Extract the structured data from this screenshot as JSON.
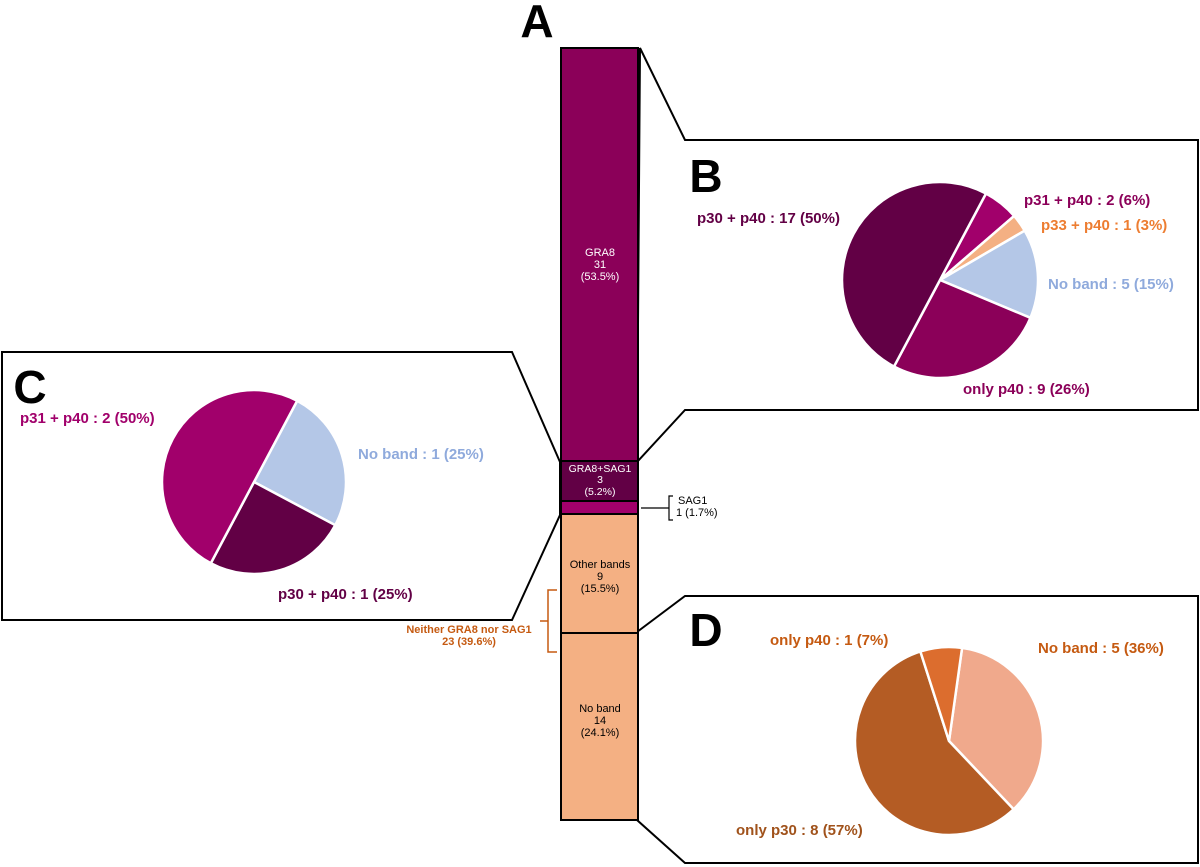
{
  "colors": {
    "gra8": "#8b0059",
    "gra8sag1": "#620045",
    "sag1": "#a1006b",
    "neither": "#f4b083",
    "p30p40": "#620045",
    "p31p40": "#a1006b",
    "p33p40": "#f4b083",
    "noband_b": "#b4c7e7",
    "onlyp40_b": "#8b0059",
    "noband_c": "#b4c7e7",
    "d_onlyp40": "#dc6d2e",
    "d_noband": "#f0a98c",
    "d_onlyp30": "#b45c24",
    "label_orange": "#c55a11",
    "label_d": "#a0521b"
  },
  "chart_data": [
    {
      "id": "A",
      "panel_letter": "A",
      "type": "bar",
      "stacked": true,
      "segments": [
        {
          "name": "GRA8",
          "value": 31,
          "pct": "(53.5%)"
        },
        {
          "name": "GRA8+SAG1",
          "value": 3,
          "pct": "(5.2%)"
        },
        {
          "name": "SAG1",
          "value": 1,
          "pct": "1 (1.7%)"
        },
        {
          "name": "Other bands",
          "value": 9,
          "pct": "(15.5%)"
        },
        {
          "name": "No band",
          "value": 14,
          "pct": "(24.1%)"
        }
      ],
      "bracket_label_1": "Neither GRA8 nor SAG1",
      "bracket_label_2": "23 (39.6%)"
    },
    {
      "id": "B",
      "panel_letter": "B",
      "type": "pie",
      "slices": [
        {
          "label": "p31 + p40 : 2 (6%)",
          "value": 2
        },
        {
          "label": "p33 + p40 : 1 (3%)",
          "value": 1
        },
        {
          "label": "No band : 5 (15%)",
          "value": 5
        },
        {
          "label": "only p40 : 9 (26%)",
          "value": 9
        },
        {
          "label": "p30 + p40 : 17 (50%)",
          "value": 17
        }
      ]
    },
    {
      "id": "C",
      "panel_letter": "C",
      "type": "pie",
      "slices": [
        {
          "label": "No band : 1 (25%)",
          "value": 1
        },
        {
          "label": "p30 + p40 : 1 (25%)",
          "value": 1
        },
        {
          "label": "p31 + p40 : 2 (50%)",
          "value": 2
        }
      ]
    },
    {
      "id": "D",
      "panel_letter": "D",
      "type": "pie",
      "slices": [
        {
          "label": "No band : 5 (36%)",
          "value": 5
        },
        {
          "label": "only p30 : 8 (57%)",
          "value": 8
        },
        {
          "label": "only p40 : 1 (7%)",
          "value": 1
        }
      ]
    }
  ]
}
